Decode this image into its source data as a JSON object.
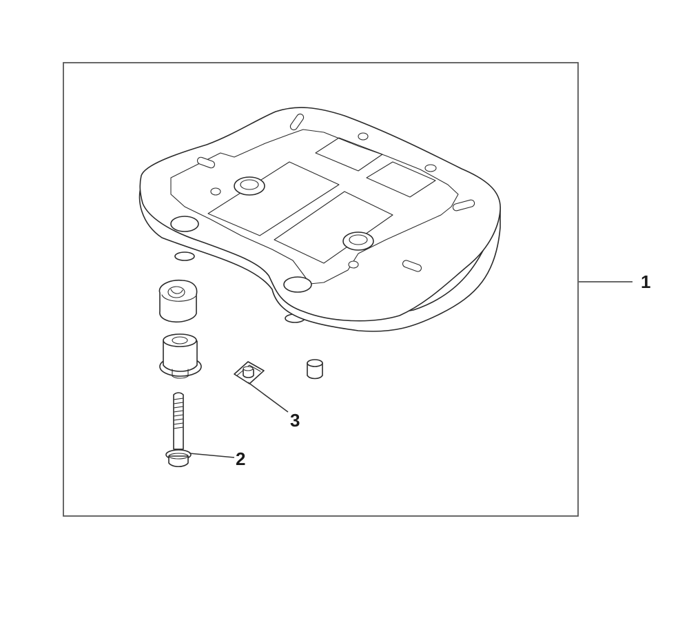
{
  "callouts": {
    "c1": "1",
    "c2": "2",
    "c3": "3"
  },
  "parts": [
    {
      "callout": "1",
      "icon": "rack-plate-kit"
    },
    {
      "callout": "2",
      "icon": "flange-bolt"
    },
    {
      "callout": "3",
      "icon": "nut-clip"
    }
  ],
  "colors": {
    "line": "#2a2a2a",
    "frame": "#555555",
    "background": "#ffffff"
  }
}
